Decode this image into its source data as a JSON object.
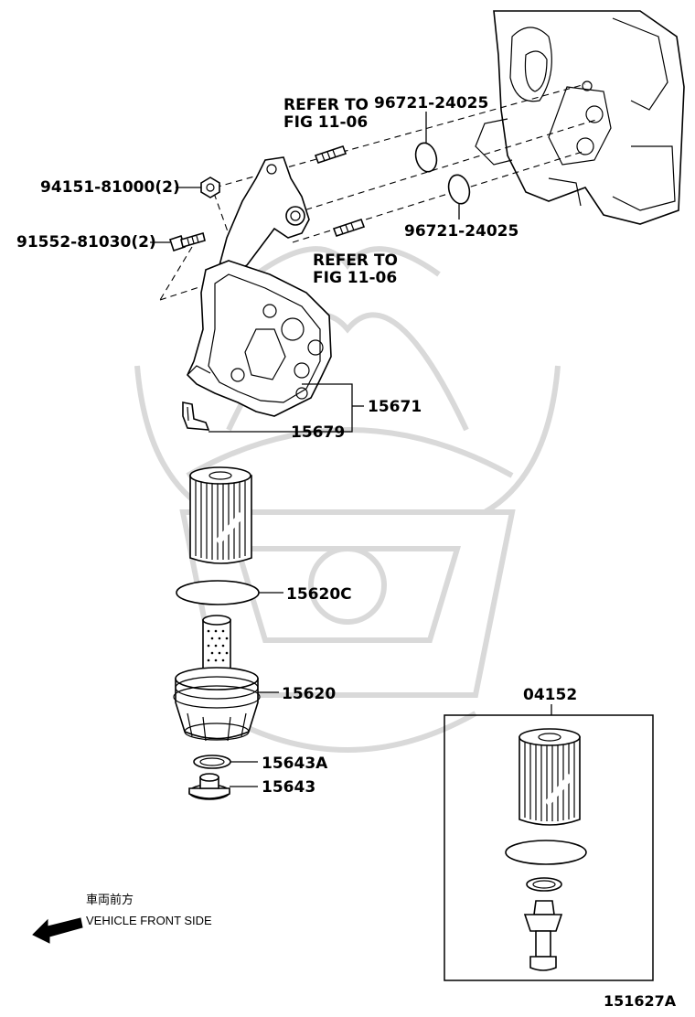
{
  "labels": {
    "refer_top_1": "REFER TO",
    "refer_top_2": "FIG 11-06",
    "refer_bottom_1": "REFER TO",
    "refer_bottom_2": "FIG 11-06",
    "oring_top": "96721-24025",
    "oring_right": "96721-24025",
    "nut": "94151-81000(2)",
    "bolt": "91552-81030(2)",
    "bracket_assy": "15671",
    "clip": "15679",
    "oring_filter": "15620C",
    "cap": "15620",
    "gasket": "15643A",
    "plug": "15643",
    "kit": "04152",
    "front_jp": "車両前方",
    "front_en": "VEHICLE FRONT SIDE",
    "diagram_id": "151627A"
  }
}
